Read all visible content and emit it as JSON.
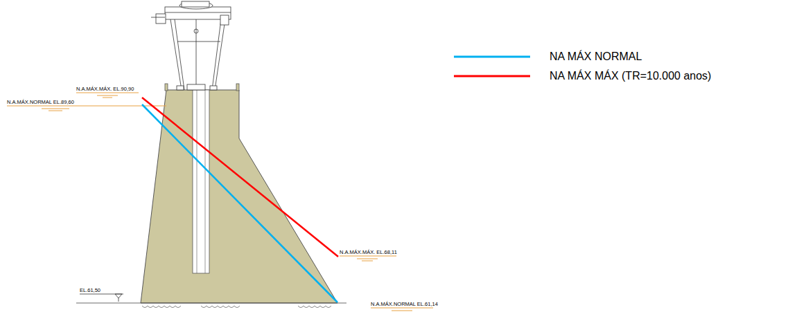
{
  "diagram": {
    "labels": [
      "N.A.MÁX.MÁX. EL.90,90",
      "N.A.MÁX.NORMAL EL.89,60",
      "N.A.MÁX.MÁX. EL.68,11",
      "EL.61,50",
      "N.A.MÁX.NORMAL EL.61,14"
    ],
    "legend": [
      {
        "text": "NA MÁX NORMAL"
      },
      {
        "text": "NA MÁX MÁX (TR=10.000 anos)"
      }
    ]
  }
}
